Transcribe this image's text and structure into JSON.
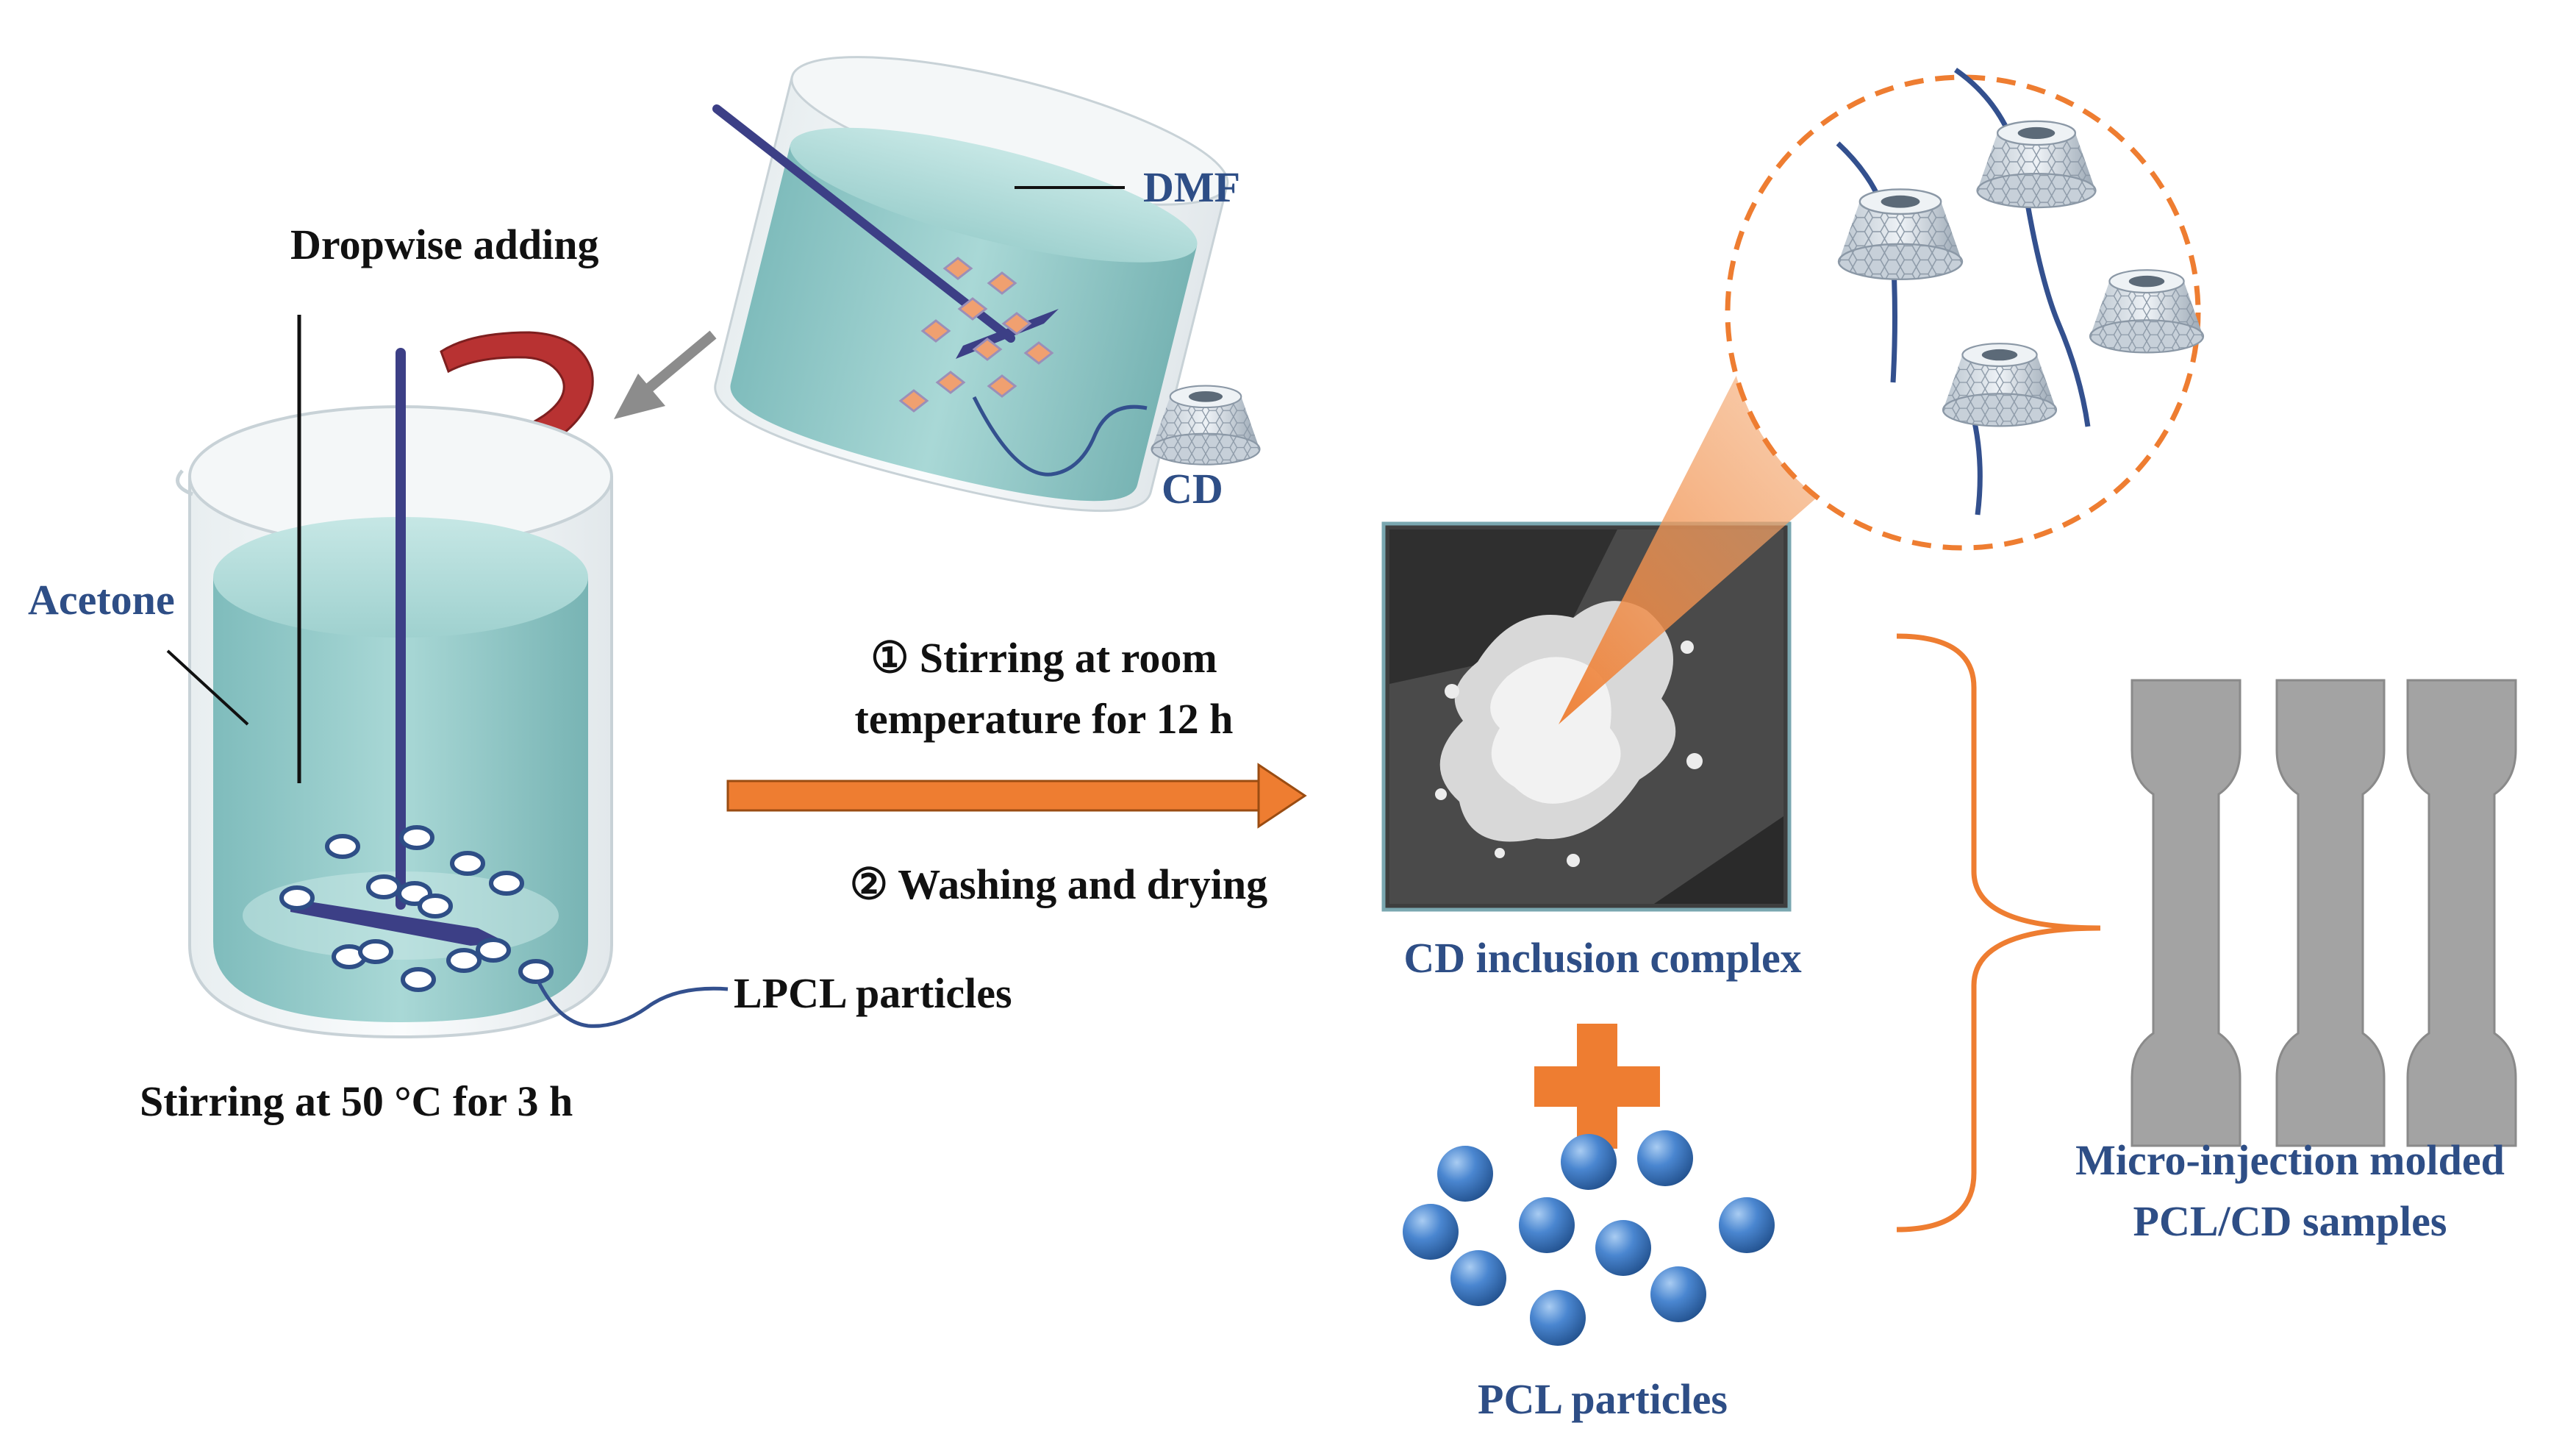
{
  "labels": {
    "dmf": "DMF",
    "dropwise": "Dropwise adding",
    "cd": "CD",
    "acetone": "Acetone",
    "step1_line1": "① Stirring at room",
    "step1_line2": "temperature for 12 h",
    "step2": "② Washing and drying",
    "lpcl": "LPCL particles",
    "stirring50": "Stirring at 50 °C for 3 h",
    "inclusion": "CD inclusion complex",
    "pcl": "PCL particles",
    "micro_line1": "Micro-injection molded",
    "micro_line2": "PCL/CD samples"
  },
  "colors": {
    "label_blue": "#2e4e86",
    "label_black": "#111111",
    "liquid": "#8fc9c9",
    "arrow_orange": "#ee7d31",
    "rotate_red": "#b83232",
    "bead_blue": "#4a86d0",
    "dogbone_gray": "#a3a3a3",
    "polymer_chain": "#33508e"
  },
  "icons": {
    "rotation": "curved-rotation-arrow-icon",
    "transfer": "gray-arrow-icon",
    "process": "right-arrow-icon",
    "combine": "plus-icon",
    "group": "right-brace-icon"
  }
}
